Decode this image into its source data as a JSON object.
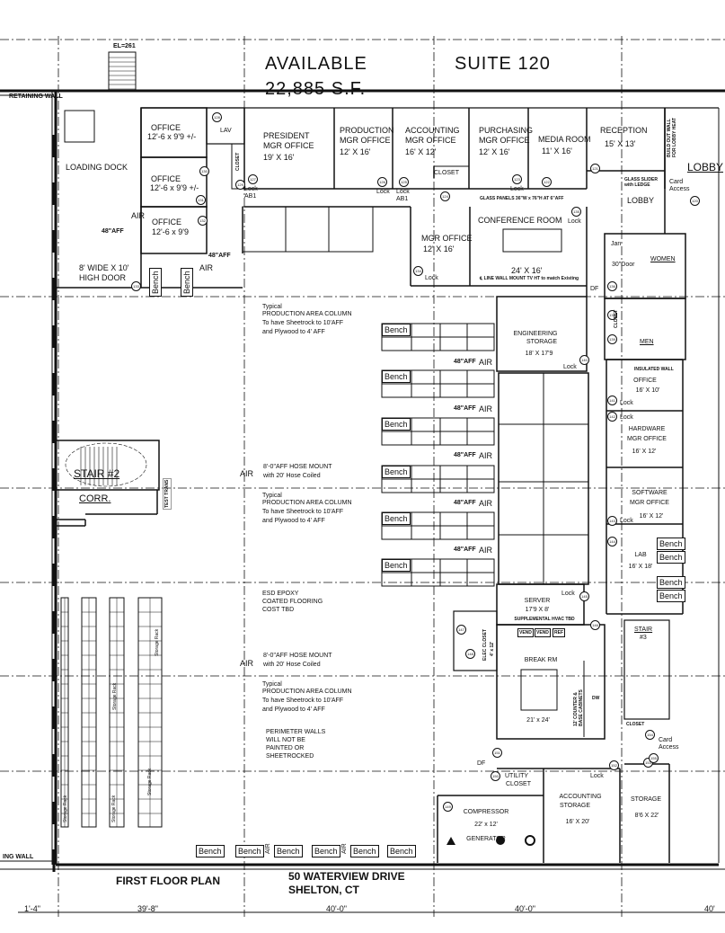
{
  "header": {
    "available": "AVAILABLE",
    "suite": "SUITE 120",
    "area": "22,885 S.F."
  },
  "site": {
    "elevation": "EL=261",
    "retaining_wall": "RETAINING WALL",
    "retaining_wall_bottom": "ING WALL",
    "lobby_right": "LOBBY"
  },
  "rooms": {
    "office1": {
      "name": "OFFICE",
      "size": "12'-6 x 9'9 +/-"
    },
    "office2": {
      "name": "OFFICE",
      "size": "12'-6 x 9'9 +/-"
    },
    "office3": {
      "name": "OFFICE",
      "size": "12'-6 x 9'9"
    },
    "lav": "LAV",
    "closet_small": "CLOSET",
    "president": {
      "name1": "PRESIDENT",
      "name2": "MGR OFFICE",
      "size": "19' X 16'"
    },
    "production": {
      "name1": "PRODUCTION",
      "name2": "MGR OFFICE",
      "size": "12' X 16'"
    },
    "accounting": {
      "name1": "ACCOUNTING",
      "name2": "MGR OFFICE",
      "size": "16' X 12'"
    },
    "closet_acct": "CLOSET",
    "purchasing": {
      "name1": "PURCHASING",
      "name2": "MGR OFFICE",
      "size": "12' X 16'"
    },
    "media": {
      "name": "MEDIA ROOM",
      "size": "11' X 16'"
    },
    "reception": {
      "name": "RECEPTION",
      "size": "15' X 13'"
    },
    "lobby": "LOBBY",
    "glass_slider": "GLASS SLIDER with LEDGE",
    "build_out_wall": "BUILD OUT WALL FOR LOBBY HEAT",
    "loading_dock": "LOADING DOCK",
    "dock_door": {
      "line1": "8' WIDE X 10'",
      "line2": "HIGH DOOR"
    },
    "mgr_office": {
      "name": "MGR OFFICE",
      "size": "12' X 16'"
    },
    "conference": {
      "name": "CONFERENCE ROOM",
      "size": "24' X 16'",
      "tv_note": "℄ LINE WALL MOUNT TV HT to match Existing"
    },
    "glass_panels": "GLASS PANELS 36\"W x 76\"H AT 6\"AFF",
    "jan": "Jan",
    "door_30": "30\"Door",
    "women": "WOMEN",
    "men": "MEN",
    "df1": "DF",
    "closet_restroom": "CLOSET",
    "insulated_wall": "INSULATED WALL",
    "engineering": {
      "name1": "ENGINEERING",
      "name2": "STORAGE",
      "size": "18' X 17'9"
    },
    "office_right": {
      "name": "OFFICE",
      "size": "16' X 10'"
    },
    "hardware": {
      "name1": "HARDWARE",
      "name2": "MGR OFFICE",
      "size": "16' X 12'"
    },
    "software": {
      "name1": "SOFTWARE",
      "name2": "MGR OFFICE",
      "size": "16' X 12'"
    },
    "lab": {
      "name": "LAB",
      "size": "16' X 18'"
    },
    "server": {
      "name": "SERVER",
      "size": "17'9 X 8'",
      "note": "SUPPLEMENTAL HVAC TBD"
    },
    "vend1": "VEND",
    "vend2": "VEND",
    "ref": "REF",
    "elec_closet": {
      "name": "ELEC CLOSET",
      "size": "4' x 12'"
    },
    "break_rm": {
      "name": "BREAK RM",
      "size": "21' x 24'"
    },
    "counter": "12' COUNTER & BASE CABINETS",
    "dw": "DW",
    "stair3": {
      "name": "STAIR",
      "num": "#3"
    },
    "closet_stair": "CLOSET",
    "card_access1": {
      "line1": "Card",
      "line2": "Access"
    },
    "card_access2": {
      "line1": "Card",
      "line2": "Access"
    },
    "df2": "DF",
    "utility": {
      "line1": "UTILITY",
      "line2": "CLOSET"
    },
    "compressor": {
      "name": "COMPRESSOR",
      "size": "22' x 12'",
      "name2": "GENERATOR"
    },
    "acct_storage": {
      "name1": "ACCOUNTING",
      "name2": "STORAGE",
      "size": "16' X 20'"
    },
    "storage": {
      "name": "STORAGE",
      "size": "8'6 X 22'"
    },
    "stair2": "STAIR #2",
    "corr": "CORR.",
    "test_trans": "TEST TRANS",
    "storage_rack": "Storage Rack"
  },
  "locks": {
    "lock": "Lock",
    "ab1": "AB1"
  },
  "air": {
    "air": "AIR",
    "aff48": "48\"AFF"
  },
  "notes": {
    "column": {
      "l1": "Typical",
      "l2": "PRODUCTION AREA COLUMN",
      "l3": "To have Sheetrock to 10'AFF",
      "l4": "and Plywood to 4' AFF"
    },
    "hose": {
      "l1": "8'-0\"AFF HOSE MOUNT",
      "l2": "with 20' Hose Coiled"
    },
    "epoxy": {
      "l1": "ESD EPOXY",
      "l2": "COATED FLOORING",
      "l3": "COST TBD"
    },
    "perimeter": {
      "l1": "PERIMETER WALLS",
      "l2": "WILL NOT BE",
      "l3": "PAINTED OR",
      "l4": "SHEETROCKED"
    }
  },
  "bench_label": "Bench",
  "door_tags": [
    "128",
    "129",
    "127",
    "130",
    "131",
    "132",
    "126",
    "125",
    "124",
    "123",
    "122",
    "121",
    "135",
    "120",
    "134",
    "133",
    "136",
    "138",
    "139",
    "140",
    "141",
    "142",
    "143",
    "144",
    "145",
    "146",
    "147",
    "148",
    "151",
    "150",
    "149",
    "152",
    "153",
    "154",
    "155"
  ],
  "footer": {
    "title": "FIRST FLOOR PLAN",
    "address1": "50 WATERVIEW DRIVE",
    "address2": "SHELTON, CT"
  },
  "dimensions": [
    "1'-4\"",
    "39'-8\"",
    "40'-0\"",
    "40'-0\"",
    "40'"
  ]
}
